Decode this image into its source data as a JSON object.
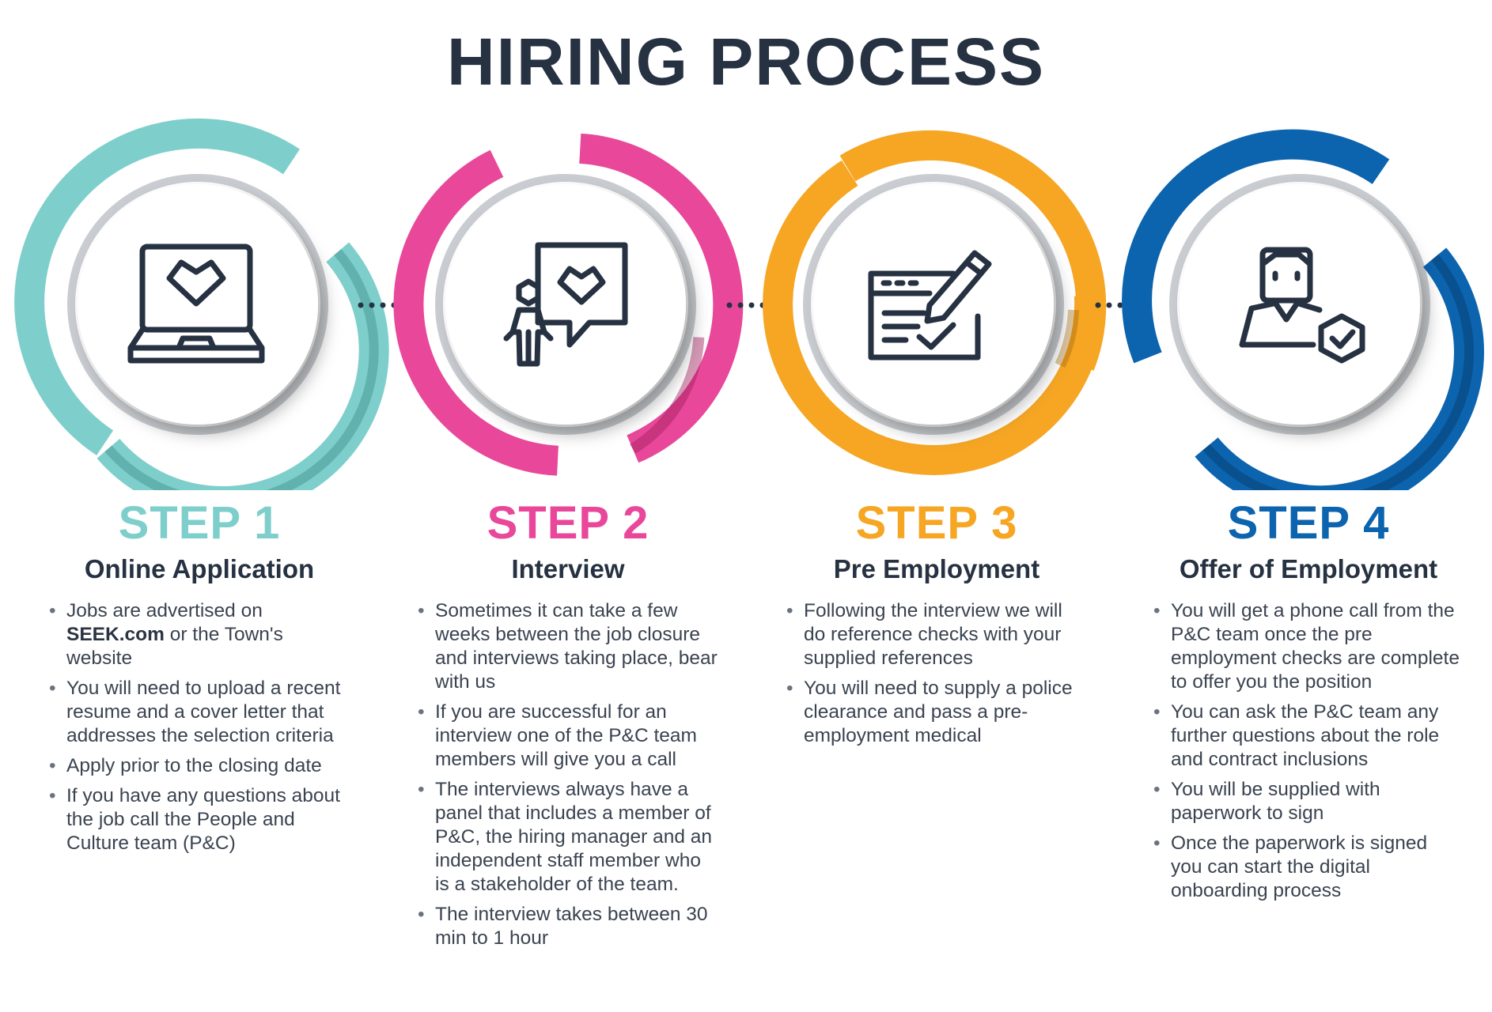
{
  "title": "HIRING PROCESS",
  "colors": {
    "step1": "#7ecfcc",
    "step2": "#e9489a",
    "step3": "#f6a623",
    "step4": "#0c63ae",
    "dark": "#263141"
  },
  "steps": [
    {
      "number": "STEP 1",
      "name": "Online Application",
      "icon": "laptop-heart-icon",
      "bullets": [
        {
          "pre": "Jobs are advertised on ",
          "bold": "SEEK.com",
          "post": " or the Town's website"
        },
        {
          "text": "You will need to upload a recent resume and a cover letter that addresses the selection criteria"
        },
        {
          "text": "Apply prior to the closing date"
        },
        {
          "text": "If you have any questions about the job call the People and Culture team (P&C)"
        }
      ]
    },
    {
      "number": "STEP 2",
      "name": "Interview",
      "icon": "person-speech-bubble-icon",
      "bullets": [
        {
          "text": "Sometimes it can take a few weeks between the job closure and interviews taking place, bear with us"
        },
        {
          "text": "If you are successful for an interview one of the P&C team members will give you a call"
        },
        {
          "text": "The interviews always have a panel that includes a member of P&C, the hiring manager and an independent staff member who is a stakeholder of the team."
        },
        {
          "text": "The interview takes between 30 min to 1 hour"
        }
      ]
    },
    {
      "number": "STEP 3",
      "name": "Pre Employment",
      "icon": "form-pencil-icon",
      "bullets": [
        {
          "text": "Following the interview we will do reference checks with your supplied references"
        },
        {
          "text": "You will need to supply a police clearance and pass a pre-employment medical"
        }
      ]
    },
    {
      "number": "STEP 4",
      "name": "Offer of Employment",
      "icon": "person-check-badge-icon",
      "bullets": [
        {
          "text": "You will get a phone call from the P&C team once the pre employment checks are complete to offer you the position"
        },
        {
          "text": "You can ask the P&C team any further questions about the role and contract inclusions"
        },
        {
          "text": "You will be supplied with paperwork to sign"
        },
        {
          "text": "Once the paperwork is signed you can start the digital onboarding process"
        }
      ]
    }
  ]
}
